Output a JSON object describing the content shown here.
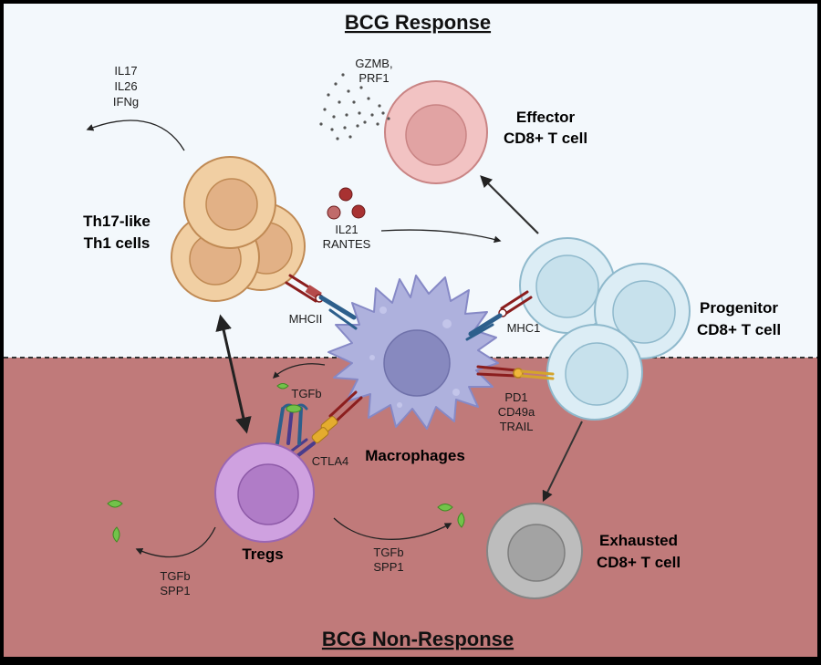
{
  "titles": {
    "top": "BCG Response",
    "bottom": "BCG Non-Response"
  },
  "cells": {
    "effector": [
      "Effector",
      "CD8+ T cell"
    ],
    "th17": [
      "Th17-like",
      "Th1 cells"
    ],
    "progenitor": [
      "Progenitor",
      "CD8+ T cell"
    ],
    "exhausted": [
      "Exhausted",
      "CD8+ T cell"
    ],
    "macrophages": "Macrophages",
    "tregs": "Tregs"
  },
  "labels": {
    "th17_cytokines": [
      "IL17",
      "IL26",
      "IFNg"
    ],
    "effector_factors": [
      "GZMB,",
      "PRF1"
    ],
    "il21": [
      "IL21",
      "RANTES"
    ],
    "mhcii": "MHCII",
    "mhc1": "MHC1",
    "pd1": [
      "PD1",
      "CD49a",
      "TRAIL"
    ],
    "tgfb_small": "TGFb",
    "ctla4": "CTLA4",
    "treg_out": [
      "TGFb",
      "SPP1"
    ],
    "mid_out": [
      "TGFb",
      "SPP1"
    ]
  },
  "colors": {
    "top_bg": "#f3f8fc",
    "bottom_bg": "#c07a7a",
    "effector": "#edb7b7",
    "th17": "#f1cfa3",
    "progenitor": "#dcedf5",
    "macrophage": "#aeb1dd",
    "treg": "#cfa1e0",
    "exhausted": "#bdbdbd"
  }
}
